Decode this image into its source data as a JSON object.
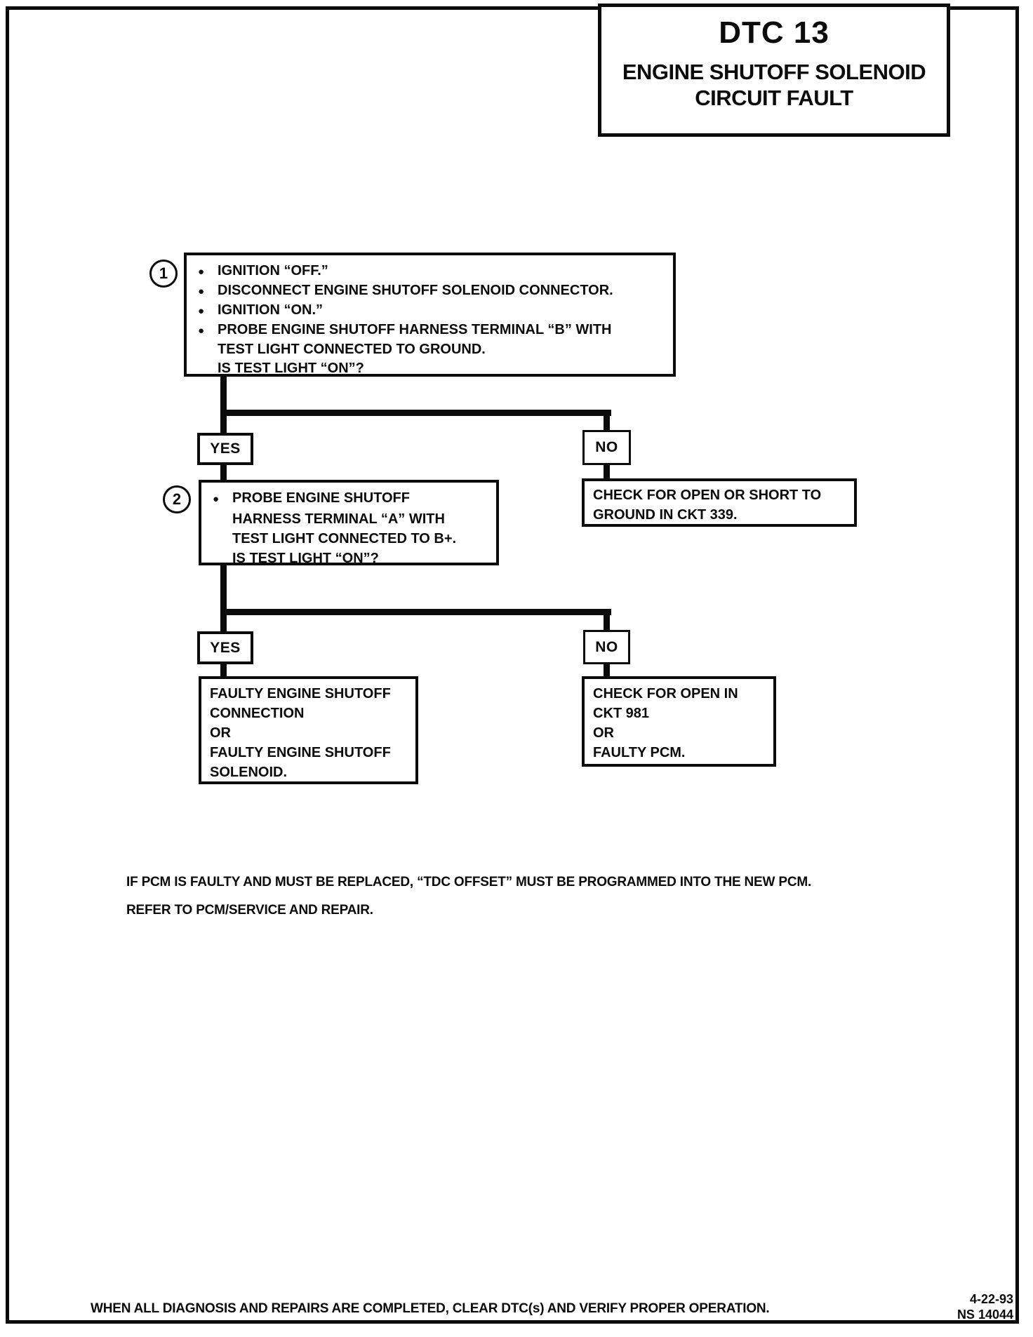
{
  "glyphs": {
    "bullet": "●"
  },
  "header": {
    "dtc": "DTC 13",
    "subtitle_line1": "ENGINE SHUTOFF SOLENOID",
    "subtitle_line2": "CIRCUIT FAULT"
  },
  "flowchart": {
    "step1": {
      "number": "1",
      "lines": [
        "IGNITION “OFF.”",
        "DISCONNECT ENGINE SHUTOFF SOLENOID CONNECTOR.",
        "IGNITION “ON.”",
        "PROBE ENGINE SHUTOFF HARNESS TERMINAL “B” WITH",
        "TEST LIGHT CONNECTED TO GROUND.",
        "IS TEST LIGHT “ON”?"
      ]
    },
    "step2": {
      "number": "2",
      "lines": [
        "PROBE ENGINE SHUTOFF",
        "HARNESS TERMINAL “A” WITH",
        "TEST LIGHT CONNECTED TO B+.",
        "IS TEST LIGHT “ON”?"
      ]
    },
    "branch1": {
      "yes": "YES",
      "no": "NO"
    },
    "branch2": {
      "yes": "YES",
      "no": "NO"
    },
    "result_ckt339": {
      "lines": [
        "CHECK FOR OPEN OR SHORT TO",
        "GROUND IN CKT 339."
      ]
    },
    "result_faulty_solenoid": {
      "lines": [
        "FAULTY ENGINE SHUTOFF",
        "CONNECTION",
        "OR",
        "FAULTY ENGINE SHUTOFF",
        "SOLENOID."
      ]
    },
    "result_ckt981": {
      "lines": [
        "CHECK FOR OPEN IN",
        "CKT 981",
        "OR",
        "FAULTY PCM."
      ]
    }
  },
  "note": {
    "line1": "IF PCM IS FAULTY AND MUST BE REPLACED, “TDC OFFSET” MUST BE PROGRAMMED INTO THE NEW PCM.",
    "line2": "REFER TO PCM/SERVICE AND REPAIR."
  },
  "footer": {
    "text": "WHEN ALL DIAGNOSIS AND REPAIRS ARE COMPLETED, CLEAR DTC(s) AND VERIFY PROPER OPERATION.",
    "date": "4-22-93",
    "doc_number": "NS 14044"
  }
}
